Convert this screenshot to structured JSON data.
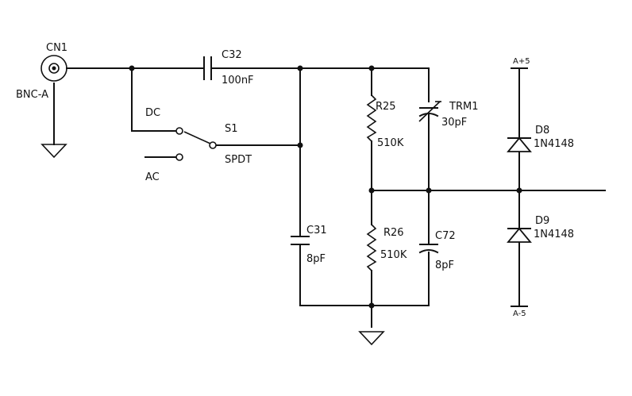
{
  "schematic": {
    "connector": {
      "ref": "CN1",
      "type": "BNC-A"
    },
    "switch": {
      "ref": "S1",
      "type": "SPDT",
      "pos_dc": "DC",
      "pos_ac": "AC"
    },
    "c32": {
      "ref": "C32",
      "value": "100nF"
    },
    "c31": {
      "ref": "C31",
      "value": "8pF"
    },
    "r25": {
      "ref": "R25",
      "value": "510K"
    },
    "r26": {
      "ref": "R26",
      "value": "510K"
    },
    "trm1": {
      "ref": "TRM1",
      "value": "30pF"
    },
    "c72": {
      "ref": "C72",
      "value": "8pF"
    },
    "d8": {
      "ref": "D8",
      "value": "1N4148"
    },
    "d9": {
      "ref": "D9",
      "value": "1N4148"
    },
    "rails": {
      "pos": "A+5",
      "neg": "A-5"
    }
  }
}
